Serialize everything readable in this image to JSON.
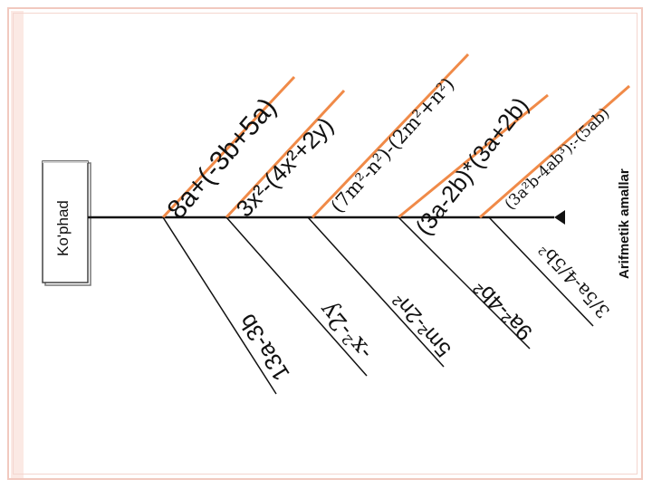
{
  "slide": {
    "head_label": "Ko'phad",
    "tail_label": "Arifmetik amallar",
    "top_expressions": [
      "8a+(-3b+5a)",
      "3x²-(4x²+2y)",
      "(7m²-n²)-(2m²+n²)",
      "(3a-2b)*(3a+2b)",
      "(3a²b-4ab³):-(5ab)"
    ],
    "bottom_expressions": [
      "13a-3b",
      "-x²-2y",
      "5m²-2n²",
      "9a²-4b²",
      "3/5a-4/5b²"
    ]
  },
  "colors": {
    "spine": "#111111",
    "upper_bones": "#f08a48",
    "lower_bones": "#111111",
    "frame": "#f1c9bf"
  }
}
